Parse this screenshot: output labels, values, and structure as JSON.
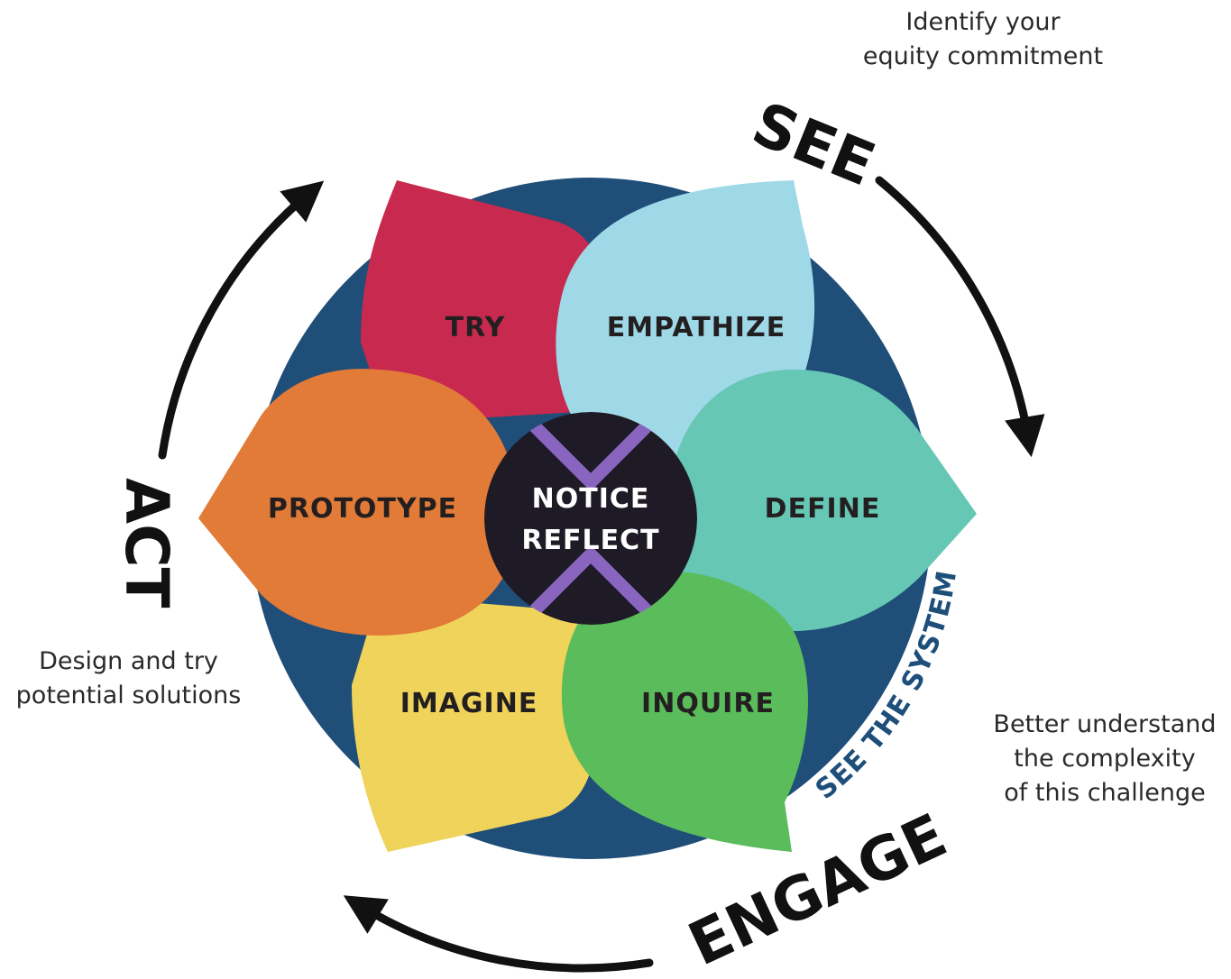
{
  "notes": {
    "see": [
      "Identify your",
      "equity commitment"
    ],
    "act": [
      "Design and try",
      "potential solutions"
    ],
    "engage": [
      "Better understand",
      "the complexity",
      "of this challenge"
    ]
  },
  "phases": {
    "see": "SEE",
    "act": "ACT",
    "engage": "ENGAGE"
  },
  "petals": {
    "try": {
      "label": "TRY",
      "color": "#c8294f"
    },
    "empathize": {
      "label": "EMPATHIZE",
      "color": "#9fd9e8"
    },
    "define": {
      "label": "DEFINE",
      "color": "#66c7b4"
    },
    "inquire": {
      "label": "INQUIRE",
      "color": "#5bbc5b"
    },
    "imagine": {
      "label": "IMAGINE",
      "color": "#f0d35b"
    },
    "prototype": {
      "label": "PROTOTYPE",
      "color": "#e27a38"
    }
  },
  "center": {
    "line1": "NOTICE",
    "line2": "REFLECT",
    "colors": {
      "dark": "#1e1b26",
      "stripe": "#8a65c0",
      "band": "#8a65c0"
    }
  },
  "system_label": "SEE THE SYSTEM",
  "colors": {
    "disc": "#1f4e79",
    "arrow": "#111111"
  }
}
